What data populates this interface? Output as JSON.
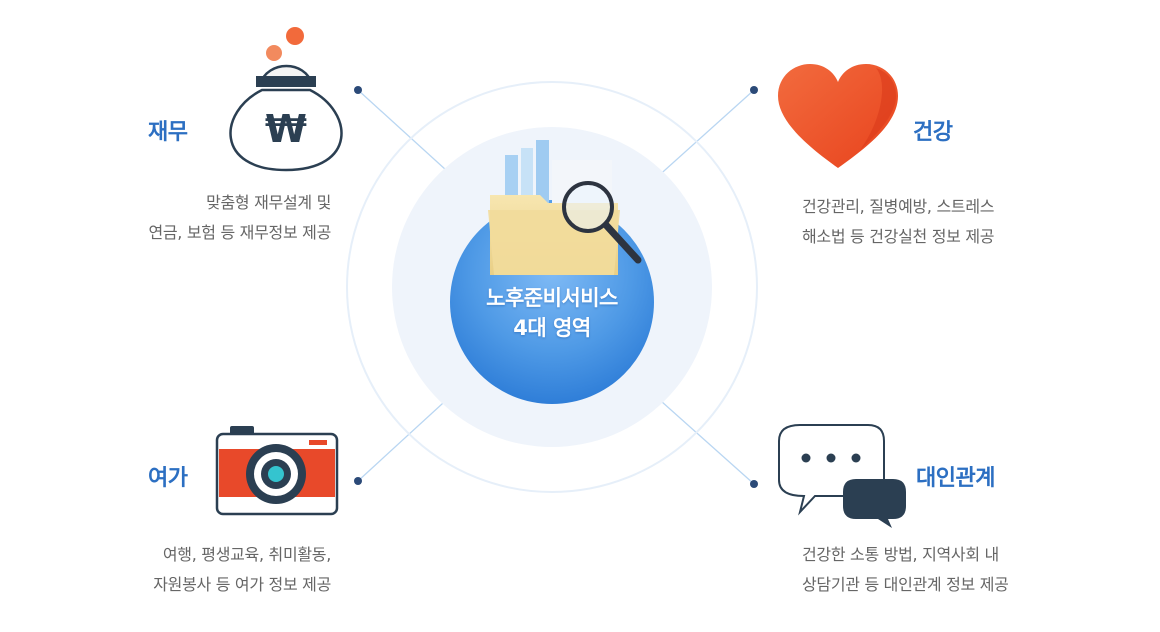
{
  "center": {
    "line1": "노후준비서비스",
    "line2": "4대 영역"
  },
  "areas": [
    {
      "id": "finance",
      "title": "재무",
      "icon": "money-bag-icon",
      "lines": [
        "맞춤형 재무설계 및",
        "연금, 보험 등 재무정보 제공"
      ],
      "symbol": "₩"
    },
    {
      "id": "health",
      "title": "건강",
      "icon": "heart-icon",
      "lines": [
        "건강관리, 질병예방, 스트레스",
        "해소법 등 건강실천 정보 제공"
      ]
    },
    {
      "id": "leisure",
      "title": "여가",
      "icon": "camera-icon",
      "lines": [
        "여행, 평생교육, 취미활동,",
        "자원봉사 등 여가 정보 제공"
      ]
    },
    {
      "id": "relations",
      "title": "대인관계",
      "icon": "speech-bubbles-icon",
      "lines": [
        "건강한 소통 방법, 지역사회 내",
        "상담기관 등 대인관계 정보 제공"
      ]
    }
  ],
  "colors": {
    "accent": "#2c6fc2",
    "text": "#666666",
    "center_blue": "#3f8ee0",
    "heart": "#f2552b",
    "coin": "#f26a3b",
    "navy": "#2b3f52",
    "camera": "#e8492a"
  }
}
